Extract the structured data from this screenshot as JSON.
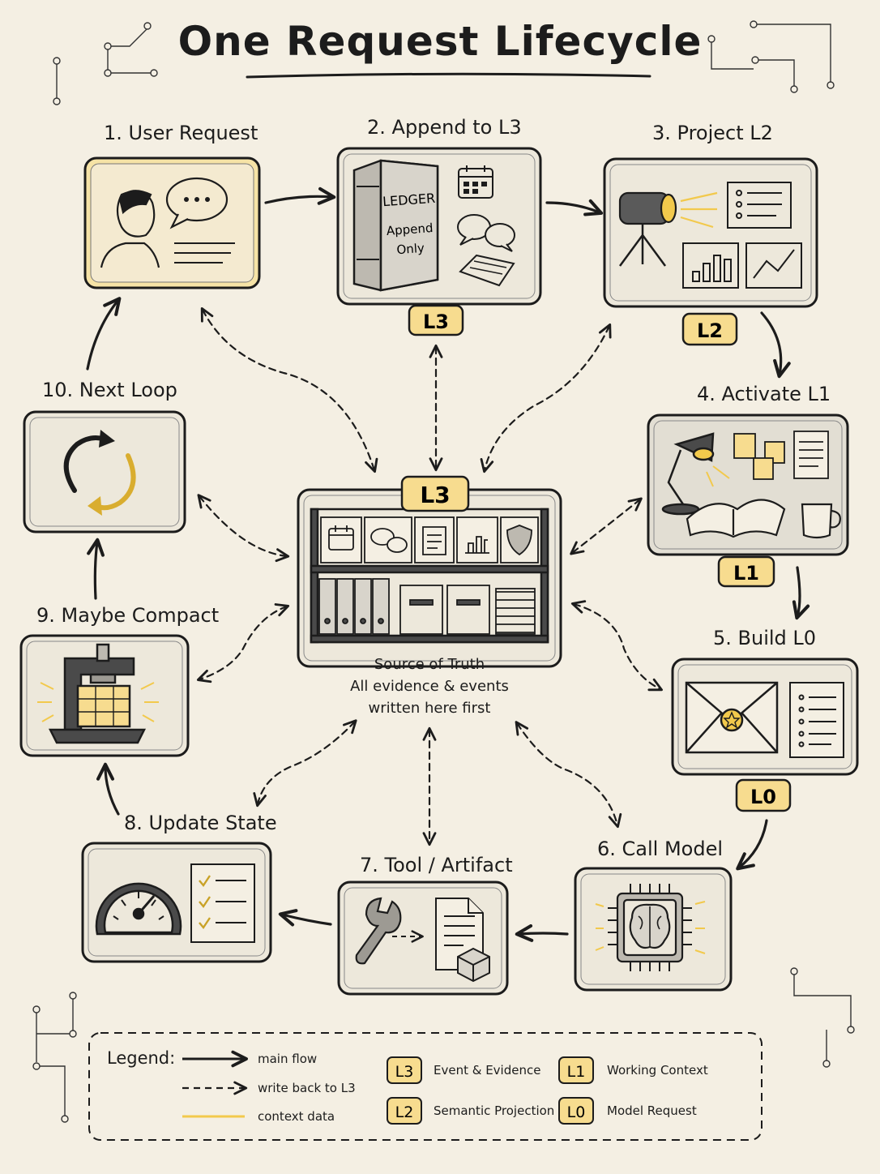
{
  "title": "One Request Lifecycle",
  "steps": [
    {
      "label": "1. User Request"
    },
    {
      "label": "2. Append to L3",
      "badge": "L3",
      "book_title": "LEDGER",
      "book_sub1": "Append",
      "book_sub2": "Only"
    },
    {
      "label": "3. Project L2",
      "badge": "L2"
    },
    {
      "label": "4. Activate L1",
      "badge": "L1"
    },
    {
      "label": "5. Build L0",
      "badge": "L0"
    },
    {
      "label": "6. Call Model"
    },
    {
      "label": "7. Tool / Artifact"
    },
    {
      "label": "8. Update State"
    },
    {
      "label": "9. Maybe Compact"
    },
    {
      "label": "10. Next Loop"
    }
  ],
  "center": {
    "badge": "L3",
    "line1": "Source of Truth",
    "line2": "All evidence & events",
    "line3": "written here first"
  },
  "legend": {
    "title": "Legend:",
    "main_flow": "main flow",
    "write_back": "write back to L3",
    "context_data": "context data",
    "levels": [
      {
        "badge": "L3",
        "text": "Event & Evidence"
      },
      {
        "badge": "L2",
        "text": "Semantic Projection"
      },
      {
        "badge": "L1",
        "text": "Working Context"
      },
      {
        "badge": "L0",
        "text": "Model Request"
      }
    ]
  },
  "colors": {
    "background": "#f4efe3",
    "ink": "#1c1c1c",
    "accent": "#f2c94c",
    "badge_fill": "#f7dc8f",
    "card_fill": "#ece7da"
  },
  "icons": [
    "person-icon",
    "speech-bubble-icon",
    "ledger-book-icon",
    "calendar-icon",
    "chat-icon",
    "notes-icon",
    "projector-icon",
    "list-icon",
    "bar-chart-icon",
    "line-chart-icon",
    "desk-lamp-icon",
    "open-book-icon",
    "sticky-notes-icon",
    "mug-icon",
    "envelope-icon",
    "checklist-icon",
    "chip-brain-icon",
    "wrench-icon",
    "document-icon",
    "cube-icon",
    "gauge-icon",
    "press-icon",
    "refresh-cycle-icon",
    "shelf-icon",
    "shield-icon",
    "binder-icon",
    "box-icon"
  ]
}
